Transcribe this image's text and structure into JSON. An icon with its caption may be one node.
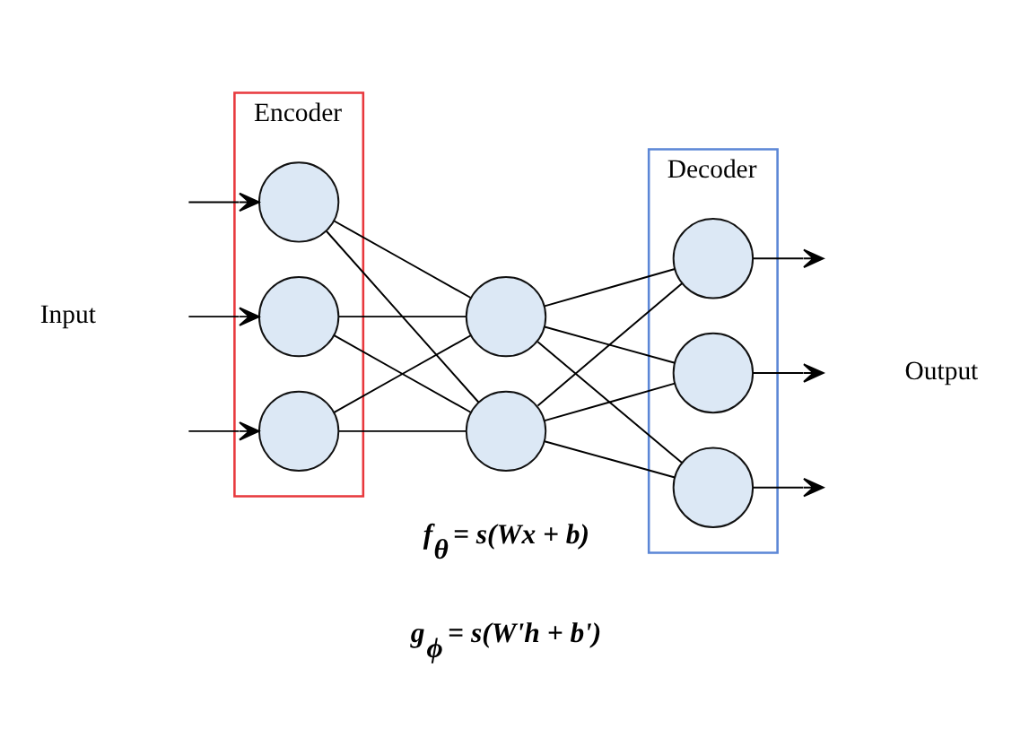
{
  "diagram": {
    "nodes": [
      {
        "text": [
          "Encoder"
        ]
      },
      {
        "text": [],
        "shape": "circle",
        "in": 0
      },
      {
        "text": [],
        "shape": "circle",
        "in": 0
      },
      {
        "text": [],
        "shape": "circle",
        "in": 0
      },
      {
        "text": [
          "Decoder"
        ]
      },
      {
        "text": [],
        "shape": "circle"
      },
      {
        "text": [],
        "shape": "circle"
      },
      {
        "text": [],
        "shape": "circle",
        "in": 4
      },
      {
        "text": [],
        "shape": "circle",
        "in": 4
      },
      {
        "text": [],
        "shape": "circle",
        "in": 4
      }
    ],
    "edges": [
      {
        "from": null,
        "to": 1,
        "arrow": "to"
      },
      {
        "from": null,
        "to": 2,
        "arrow": "to"
      },
      {
        "from": null,
        "to": 3,
        "arrow": "to"
      },
      {
        "from": 1,
        "to": 5,
        "arrow": "none"
      },
      {
        "from": 1,
        "to": 6,
        "arrow": "none"
      },
      {
        "from": 2,
        "to": 5,
        "arrow": "none"
      },
      {
        "from": 2,
        "to": 6,
        "arrow": "none"
      },
      {
        "from": 3,
        "to": 5,
        "arrow": "none"
      },
      {
        "from": 3,
        "to": 6,
        "arrow": "none"
      },
      {
        "from": 5,
        "to": 7,
        "arrow": "none"
      },
      {
        "from": 5,
        "to": 8,
        "arrow": "none"
      },
      {
        "from": 5,
        "to": 9,
        "arrow": "none"
      },
      {
        "from": 6,
        "to": 7,
        "arrow": "none"
      },
      {
        "from": 6,
        "to": 8,
        "arrow": "none"
      },
      {
        "from": 6,
        "to": 9,
        "arrow": "none"
      },
      {
        "from": 7,
        "to": null,
        "arrow": "to"
      },
      {
        "from": 8,
        "to": null,
        "arrow": "to"
      },
      {
        "from": 9,
        "to": null,
        "arrow": "to"
      }
    ],
    "labels": [
      "Input",
      "Output",
      "f$_{θ}$ = s(Wx + b)",
      "g$_{ϕ}$ = s(W'h + b')"
    ]
  }
}
